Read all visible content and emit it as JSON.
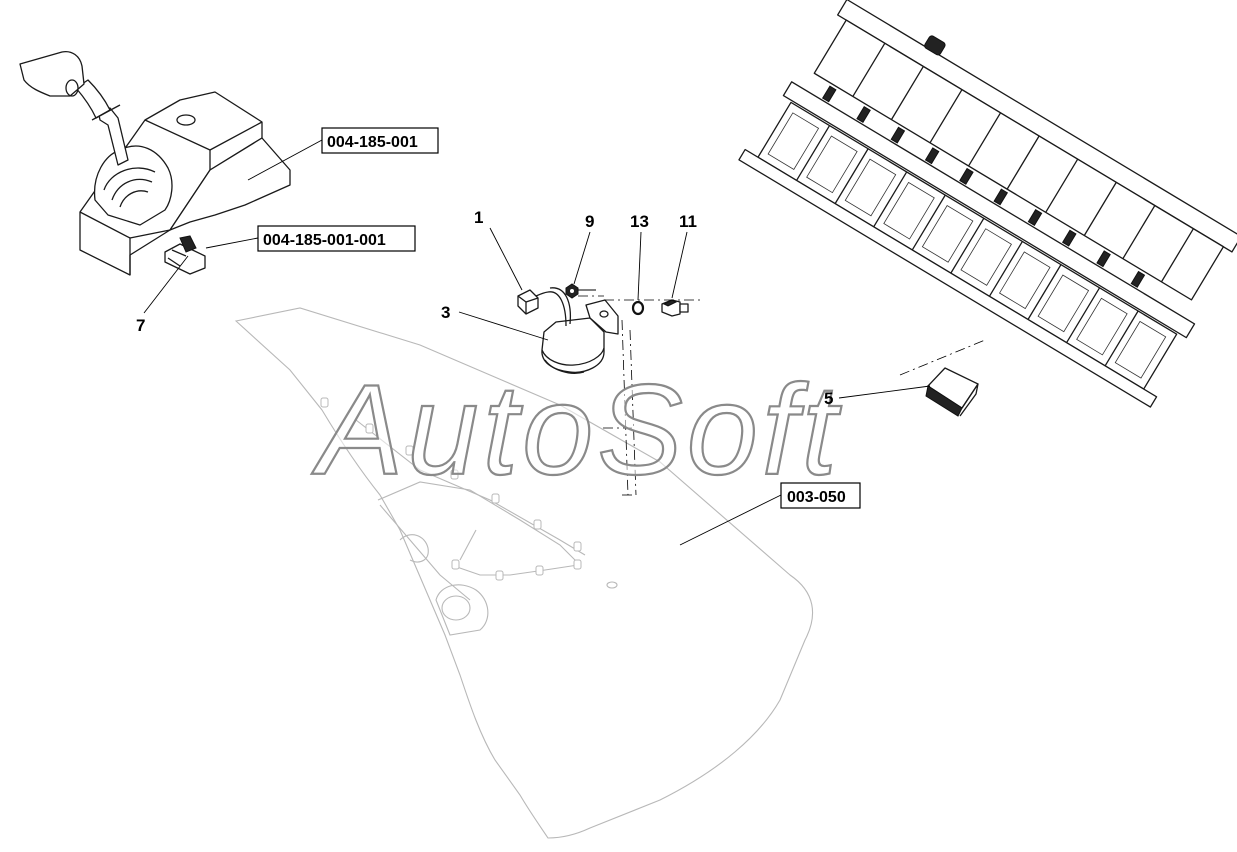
{
  "watermark": "AutoSoft",
  "callouts": {
    "c1": "1",
    "c3": "3",
    "c5": "5",
    "c7": "7",
    "c9": "9",
    "c11": "11",
    "c13": "13"
  },
  "references": {
    "r_shifter": "004-185-001",
    "r_switch": "004-185-001-001",
    "r_panel": "003-050"
  }
}
